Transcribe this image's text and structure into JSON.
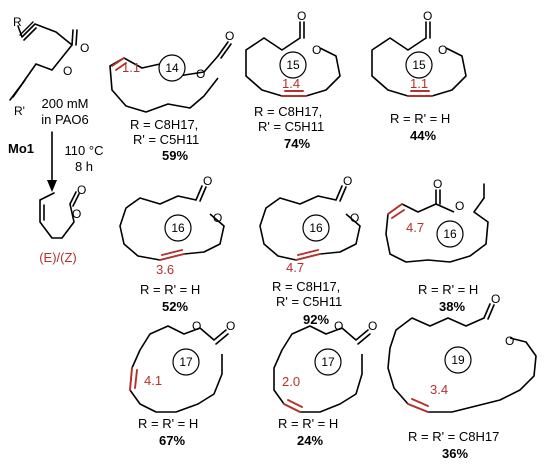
{
  "reaction": {
    "substituent_r": "R",
    "substituent_r_prime": "R'",
    "conditions": [
      "200 mM",
      "in PAO6"
    ],
    "catalyst": "Mo1",
    "conditions_below": [
      "110 °C",
      "8 h"
    ],
    "product_label": "(E)/(Z)",
    "atom_o": "O"
  },
  "products": [
    {
      "ring": "14",
      "ratio": "1.1",
      "r_line1": "R = C8H17,",
      "r_line2": "R' = C5H11",
      "yield": "59%"
    },
    {
      "ring": "15",
      "ratio": "1.4",
      "r_line1": "R = C8H17,",
      "r_line2": "R' = C5H11",
      "yield": "74%"
    },
    {
      "ring": "15",
      "ratio": "1.1",
      "r_line1": "R = R' = H",
      "r_line2": "",
      "yield": "44%"
    },
    {
      "ring": "16",
      "ratio": "3.6",
      "r_line1": "R = R' = H",
      "r_line2": "",
      "yield": "52%"
    },
    {
      "ring": "16",
      "ratio": "4.7",
      "r_line1": "R = C8H17,",
      "r_line2": "R' = C5H11",
      "yield": "92%"
    },
    {
      "ring": "16",
      "ratio": "4.7",
      "r_line1": "R = R' = H",
      "r_line2": "",
      "yield": "38%"
    },
    {
      "ring": "17",
      "ratio": "4.1",
      "r_line1": "R = R' = H",
      "r_line2": "",
      "yield": "67%"
    },
    {
      "ring": "17",
      "ratio": "2.0",
      "r_line1": "R = R' = H",
      "r_line2": "",
      "yield": "24%"
    },
    {
      "ring": "19",
      "ratio": "3.4",
      "r_line1": "R = R' = C8H17",
      "r_line2": "",
      "yield": "36%"
    }
  ]
}
